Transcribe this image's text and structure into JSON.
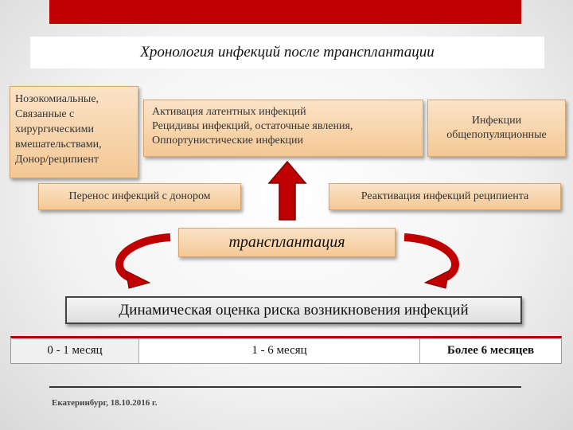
{
  "title": "Хронология инфекций после трансплантации",
  "left_box": {
    "lines": [
      "Нозокомиальные,",
      "Связанные с",
      "хирургическими",
      "вмешательствами,",
      "Донор/реципиент"
    ]
  },
  "middle_box": {
    "lines": [
      "Активация латентных инфекций",
      "Рецидивы инфекций, остаточные явления,",
      "Оппортунистические инфекции"
    ]
  },
  "right_box": {
    "lines": [
      "Инфекции",
      "общепопуляционные"
    ]
  },
  "transfer_label": "Перенос  инфекций с донором",
  "reactivation_label": "Реактивация инфекций  реципиента",
  "transplant_label": "трансплантация",
  "dynamic_label": "Динамическая оценка риска возникновения инфекций",
  "timeline": [
    "0 - 1 месяц",
    "1 - 6 месяц",
    "Более 6 месяцев"
  ],
  "footer": "Екатеринбург, 18.10.2016 г.",
  "colors": {
    "accent": "#c00000",
    "box_fill": "#f4c894",
    "arrow_fill": "#c00000"
  },
  "icons": [
    "up-arrow-icon",
    "curved-arrow-left-icon",
    "curved-arrow-right-icon"
  ]
}
